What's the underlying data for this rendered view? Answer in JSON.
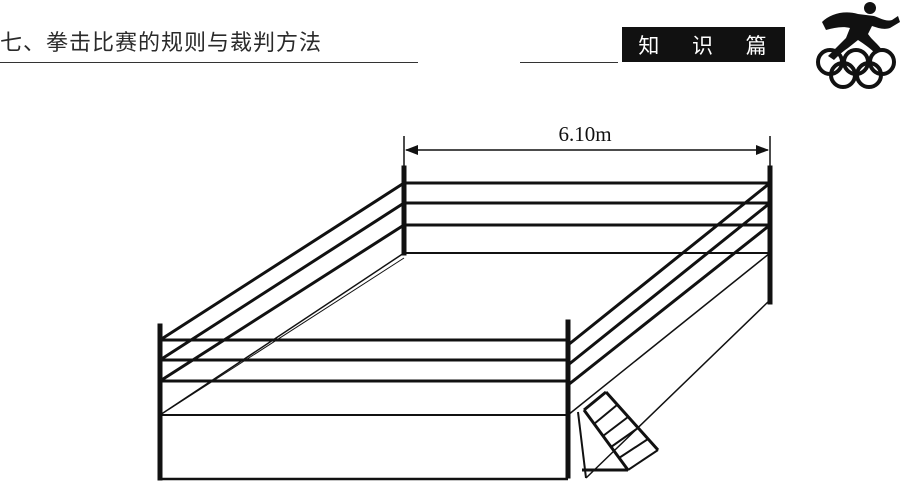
{
  "header": {
    "title": "七、拳击比赛的规则与裁判方法",
    "section_label": "知 识 篇"
  },
  "logo": {
    "icon": "olympic-athlete-rings-icon"
  },
  "diagram": {
    "subject": "boxing-ring",
    "dimension_label": "6.10m"
  },
  "colors": {
    "ink": "#111111",
    "background": "#ffffff"
  }
}
